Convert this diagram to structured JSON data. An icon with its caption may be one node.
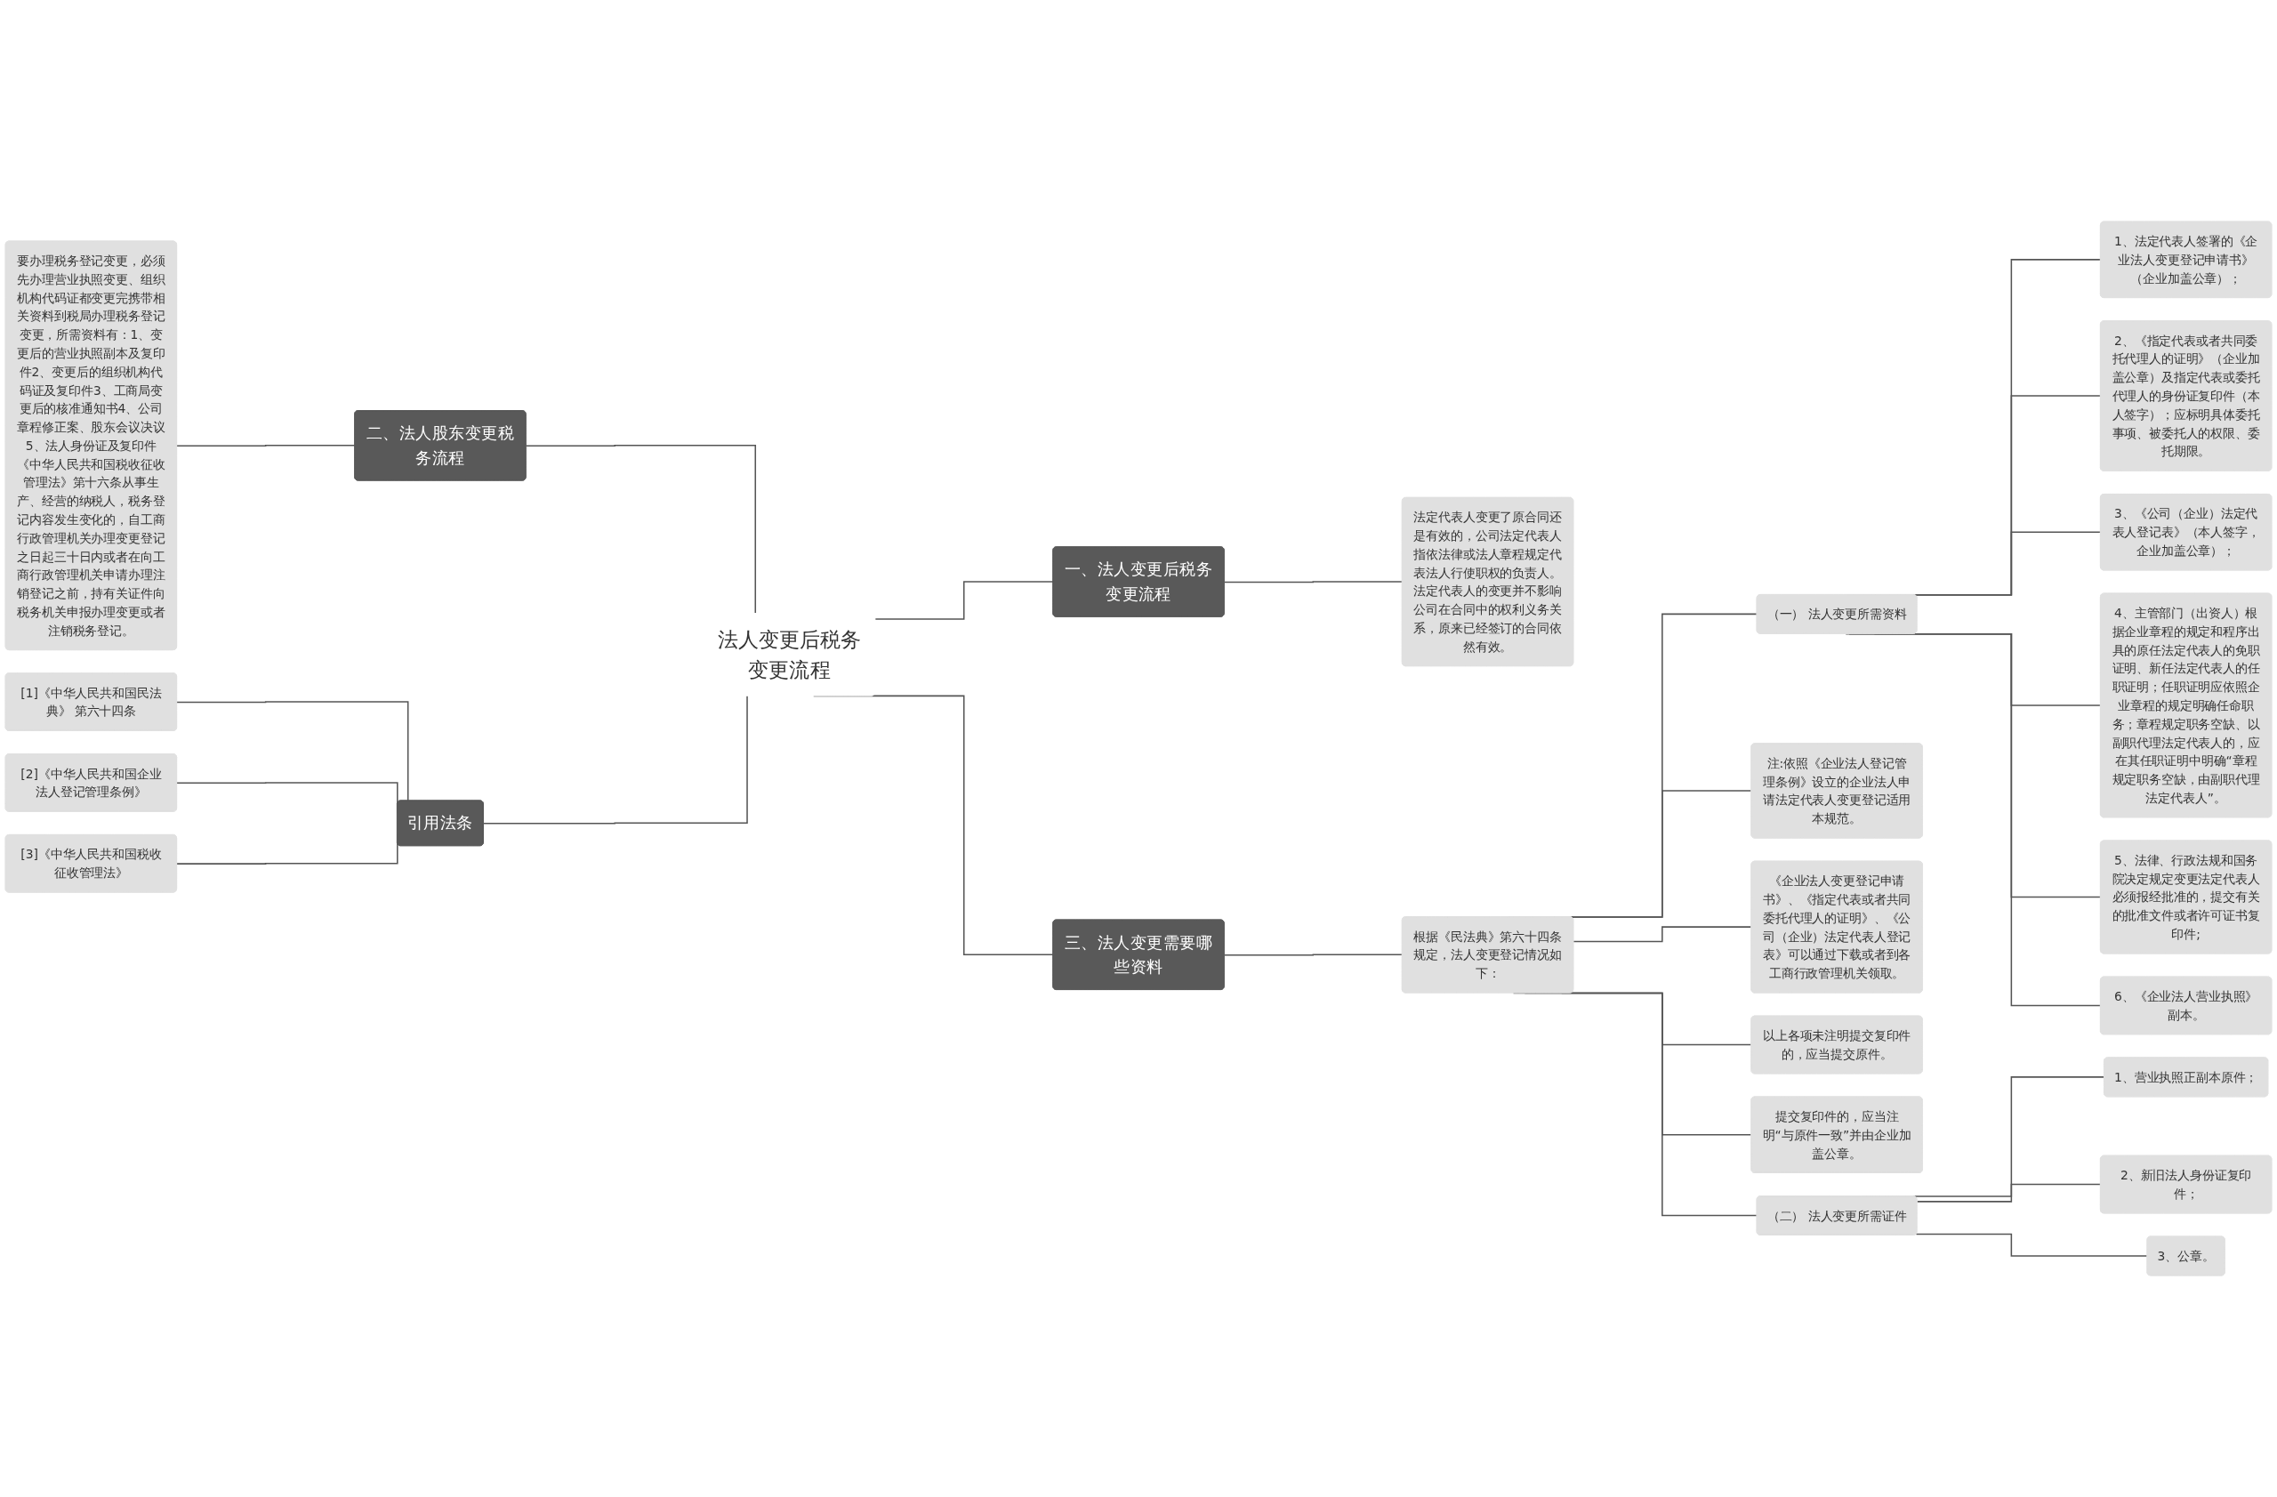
{
  "diagram": {
    "nodes": [
      {
        "text": [
          "法人变更后税务变更流程"
        ]
      },
      {
        "text": [
          "一、法人变更后税务变更流程"
        ]
      },
      {
        "text": [
          "法定代表人变更了原合同还是有效的，公司法定代表人指依法律或法人章程规定代表法人行使职权的负责人。法定代表人的变更并不影响公司在合同中的权利义务关系，原来已经签订的合同依然有效。"
        ]
      },
      {
        "text": [
          "二、法人股东变更税务流程"
        ]
      },
      {
        "text": [
          "要办理税务登记变更，必须先办理营业执照变更、组织机构代码证都变更完携带相关资料到税局办理税务登记变更，所需资料有：1、变更后的营业执照副本及复印件2、变更后的组织机构代码证及复印件3、工商局变更后的核准通知书4、公司章程修正案、股东会议决议5、法人身份证及复印件《中华人民共和国税收征收管理法》第十六条从事生产、经营的纳税人，税务登记内容发生变化的，自工商行政管理机关办理变更登记之日起三十日内或者在向工商行政管理机关申请办理注销登记之前，持有关证件向税务机关申报办理变更或者注销税务登记。"
        ]
      },
      {
        "text": [
          "引用法条"
        ]
      },
      {
        "text": [
          "[1]《中华人民共和国民法典》 第六十四条"
        ]
      },
      {
        "text": [
          "[2]《中华人民共和国企业法人登记管理条例》"
        ]
      },
      {
        "text": [
          "[3]《中华人民共和国税收征收管理法》"
        ]
      },
      {
        "text": [
          "三、法人变更需要哪些资料"
        ]
      },
      {
        "text": [
          "根据《民法典》第六十四条规定，法人变更登记情况如下："
        ]
      },
      {
        "text": [
          "（一） 法人变更所需资料"
        ]
      },
      {
        "text": [
          "1、法定代表人签署的《企业法人变更登记申请书》（企业加盖公章）；"
        ]
      },
      {
        "text": [
          "2、《指定代表或者共同委托代理人的证明》（企业加盖公章）及指定代表或委托代理人的身份证复印件（本人签字）；应标明具体委托事项、被委托人的权限、委托期限。"
        ]
      },
      {
        "text": [
          "3、《公司（企业）法定代表人登记表》（本人签字，企业加盖公章）；"
        ]
      },
      {
        "text": [
          "4、主管部门（出资人）根据企业章程的规定和程序出具的原任法定代表人的免职证明、新任法定代表人的任职证明；任职证明应依照企业章程的规定明确任命职务；章程规定职务空缺、以副职代理法定代表人的，应在其任职证明中明确“章程规定职务空缺，由副职代理法定代表人”。"
        ]
      },
      {
        "text": [
          "5、法律、行政法规和国务院决定规定变更法定代表人必须报经批准的，提交有关的批准文件或者许可证书复印件;"
        ]
      },
      {
        "text": [
          "6、《企业法人营业执照》副本。"
        ]
      },
      {
        "text": [
          "注:依照《企业法人登记管理条例》设立的企业法人申请法定代表人变更登记适用本规范。"
        ]
      },
      {
        "text": [
          "《企业法人变更登记申请书》、《指定代表或者共同委托代理人的证明》、《公司（企业）法定代表人登记表》可以通过下载或者到各工商行政管理机关领取。"
        ]
      },
      {
        "text": [
          "以上各项未注明提交复印件的，应当提交原件。"
        ]
      },
      {
        "text": [
          "提交复印件的，应当注明“与原件一致”并由企业加盖公章。"
        ]
      },
      {
        "text": [
          "（二） 法人变更所需证件"
        ]
      },
      {
        "text": [
          "1、营业执照正副本原件；"
        ]
      },
      {
        "text": [
          "2、新旧法人身份证复印件；"
        ]
      },
      {
        "text": [
          "3、公章。"
        ]
      }
    ],
    "edges": [
      {
        "from": 0,
        "to": 1,
        "arrow": "none"
      },
      {
        "from": 1,
        "to": 2,
        "arrow": "none"
      },
      {
        "from": 3,
        "to": 0,
        "arrow": "none"
      },
      {
        "from": 4,
        "to": 3,
        "arrow": "none"
      },
      {
        "from": 5,
        "to": 0,
        "arrow": "none"
      },
      {
        "from": 6,
        "to": 5,
        "arrow": "none"
      },
      {
        "from": 7,
        "to": 5,
        "arrow": "none"
      },
      {
        "from": 8,
        "to": 5,
        "arrow": "none"
      },
      {
        "from": 0,
        "to": 9,
        "arrow": "none"
      },
      {
        "from": 9,
        "to": 10,
        "arrow": "none"
      },
      {
        "from": 10,
        "to": 11,
        "arrow": "none"
      },
      {
        "from": 11,
        "to": 12,
        "arrow": "none"
      },
      {
        "from": 11,
        "to": 13,
        "arrow": "none"
      },
      {
        "from": 11,
        "to": 14,
        "arrow": "none"
      },
      {
        "from": 11,
        "to": 15,
        "arrow": "none"
      },
      {
        "from": 11,
        "to": 16,
        "arrow": "none"
      },
      {
        "from": 11,
        "to": 17,
        "arrow": "none"
      },
      {
        "from": 10,
        "to": 18,
        "arrow": "none"
      },
      {
        "from": 10,
        "to": 19,
        "arrow": "none"
      },
      {
        "from": 10,
        "to": 20,
        "arrow": "none"
      },
      {
        "from": 10,
        "to": 21,
        "arrow": "none"
      },
      {
        "from": 10,
        "to": 22,
        "arrow": "none"
      },
      {
        "from": 22,
        "to": 23,
        "arrow": "none"
      },
      {
        "from": 22,
        "to": 24,
        "arrow": "none"
      },
      {
        "from": 22,
        "to": 25,
        "arrow": "none"
      }
    ]
  }
}
